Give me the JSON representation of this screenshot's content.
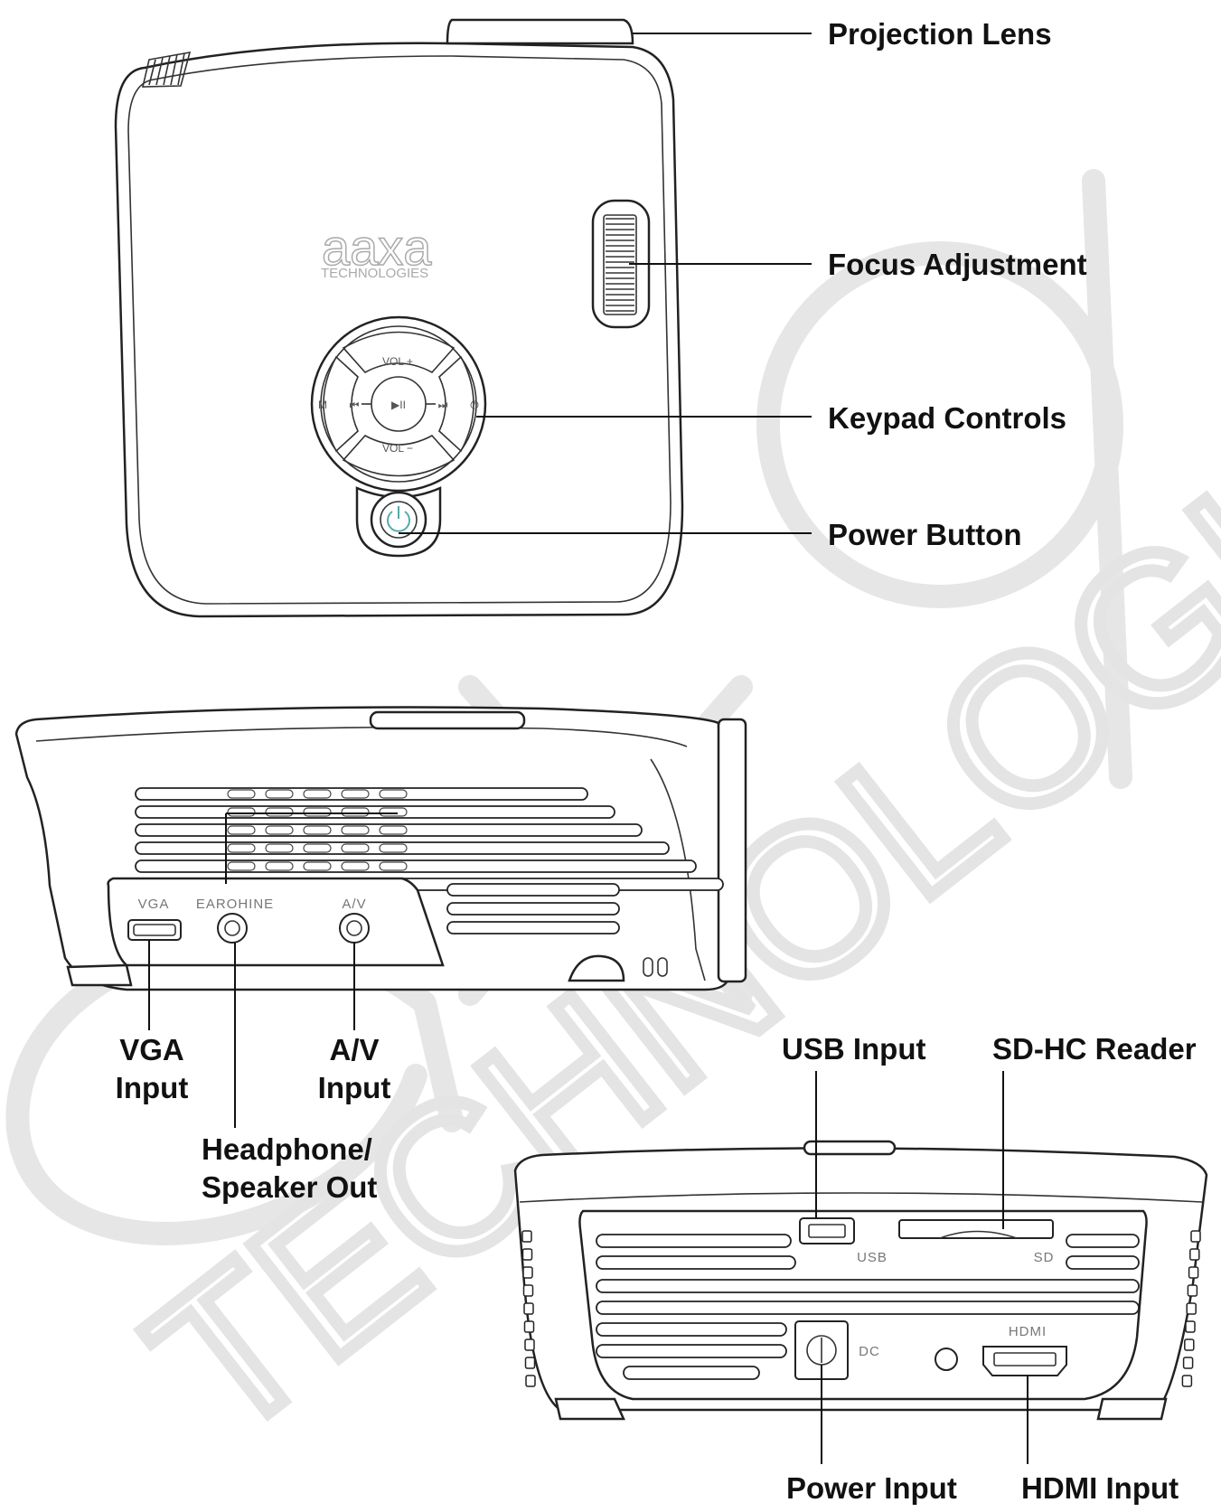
{
  "brand": {
    "logo": "aaxa",
    "logo_sub": "TECHNOLOGIES",
    "watermark": "aaxa TECHNOLOGIES"
  },
  "top_view": {
    "callouts": {
      "projection_lens": "Projection Lens",
      "focus_adjustment": "Focus Adjustment",
      "keypad_controls": "Keypad Controls",
      "power_button": "Power Button"
    },
    "keypad": {
      "vol_up": "VOL +",
      "vol_down": "VOL −",
      "menu": "M",
      "prev": "⏮",
      "play_pause": "▶II",
      "next": "⏭",
      "source": "⏻"
    }
  },
  "side_view": {
    "port_labels": {
      "vga": "VGA",
      "earphone": "EAROHINE",
      "av": "A/V"
    },
    "callouts": {
      "vga_line1": "VGA",
      "vga_line2": "Input",
      "av_line1": "A/V",
      "av_line2": "Input",
      "headphone_line1": "Headphone/",
      "headphone_line2": "Speaker Out"
    }
  },
  "rear_view": {
    "port_labels": {
      "usb": "USB",
      "sd": "SD",
      "dc": "DC",
      "hdmi": "HDMI"
    },
    "callouts": {
      "usb_input": "USB Input",
      "sdhc_reader": "SD-HC Reader",
      "power_input": "Power Input",
      "hdmi_input": "HDMI Input"
    }
  }
}
